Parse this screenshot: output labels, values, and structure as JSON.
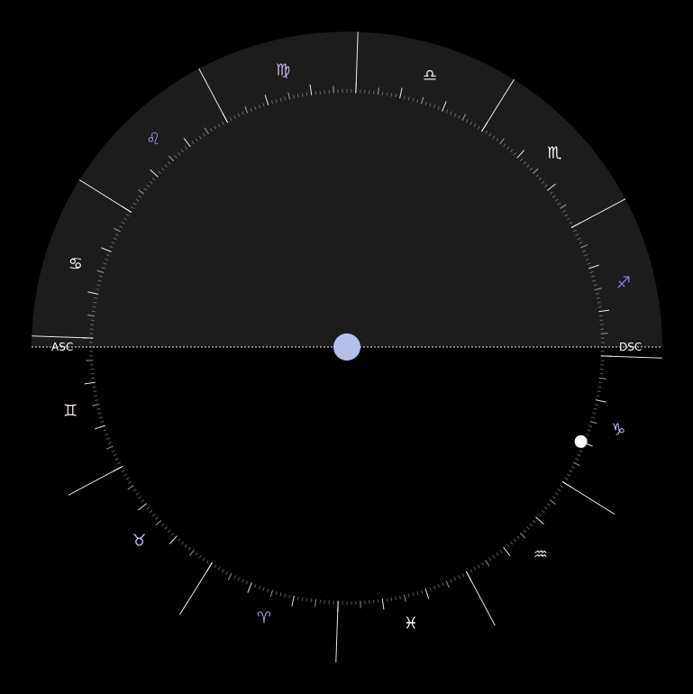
{
  "horizon": {
    "asc_label": "ASC",
    "dsc_label": "DSC"
  },
  "signs": [
    {
      "name": "aries",
      "glyph": "♈",
      "lon": 15,
      "color": "#a48fe0"
    },
    {
      "name": "taurus",
      "glyph": "♉",
      "lon": 45,
      "color": "#c9b3f0"
    },
    {
      "name": "gemini",
      "glyph": "♊",
      "lon": 75,
      "color": "#f1dcec"
    },
    {
      "name": "cancer",
      "glyph": "♋",
      "lon": 105,
      "color": "#ffffff"
    },
    {
      "name": "leo",
      "glyph": "♌",
      "lon": 135,
      "color": "#a48fe0"
    },
    {
      "name": "virgo",
      "glyph": "♍",
      "lon": 165,
      "color": "#c9b3f0"
    },
    {
      "name": "libra",
      "glyph": "♎",
      "lon": 195,
      "color": "#f1dcec"
    },
    {
      "name": "scorpio",
      "glyph": "♏",
      "lon": 225,
      "color": "#ffffff"
    },
    {
      "name": "sagittarius",
      "glyph": "♐",
      "lon": 255,
      "color": "#8a7ad8"
    },
    {
      "name": "capricorn",
      "glyph": "♑",
      "lon": 285,
      "color": "#c9b3f0"
    },
    {
      "name": "aquarius",
      "glyph": "♒",
      "lon": 315,
      "color": "#f1dcec"
    },
    {
      "name": "pisces",
      "glyph": "♓",
      "lon": 345,
      "color": "#ffffff"
    }
  ],
  "colors": {
    "background": "#000000",
    "sky": "#1c1c1c",
    "lines": "#ffffff",
    "center_body": "#b4c0ec",
    "marker": "#ffffff"
  },
  "marker": {
    "name": "body-marker",
    "lon": 290
  }
}
